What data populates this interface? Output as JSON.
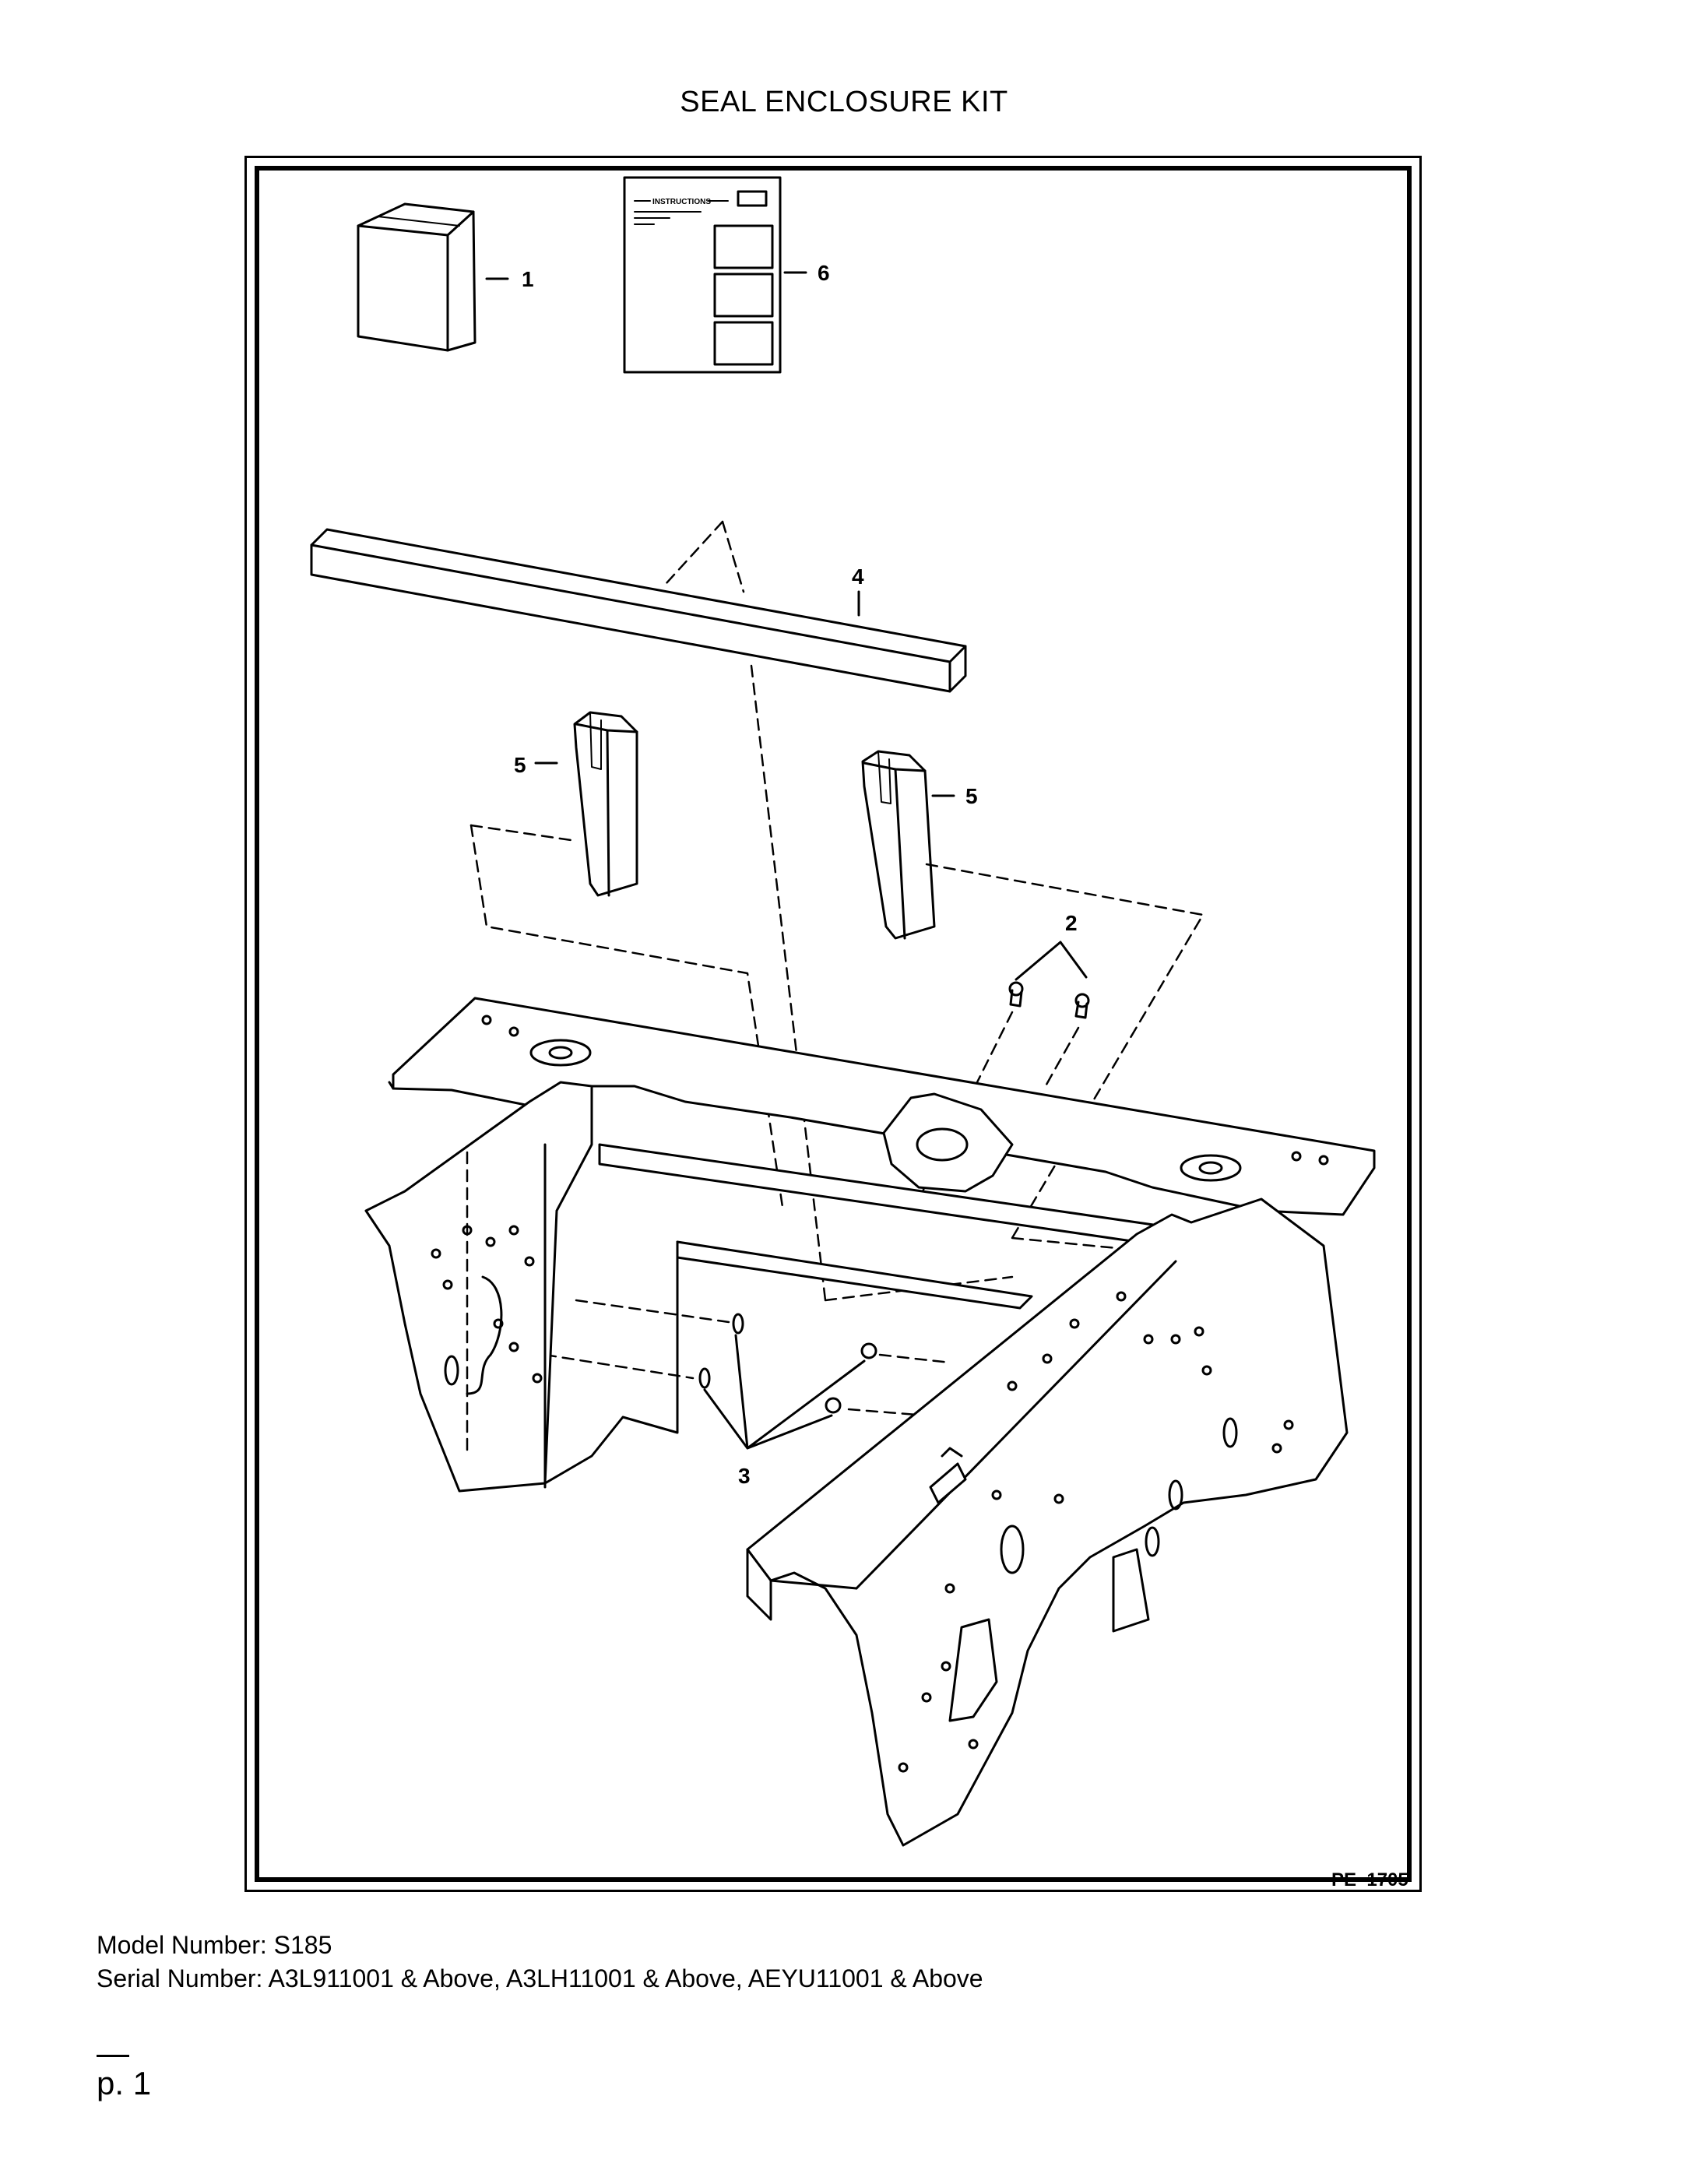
{
  "document": {
    "title": "SEAL ENCLOSURE KIT",
    "figure_code": "PE–1705",
    "model_number": "Model Number: S185",
    "serial_number": "Serial Number: A3L911001 & Above, A3LH11001 & Above, AEYU11001 & Above",
    "page": "p. 1"
  },
  "callouts": {
    "c1": "1",
    "c2": "2",
    "c3": "3",
    "c4": "4",
    "c5a": "5",
    "c5b": "5",
    "c6": "6"
  },
  "instruction_sheet_header": "INSTRUCTIONS"
}
